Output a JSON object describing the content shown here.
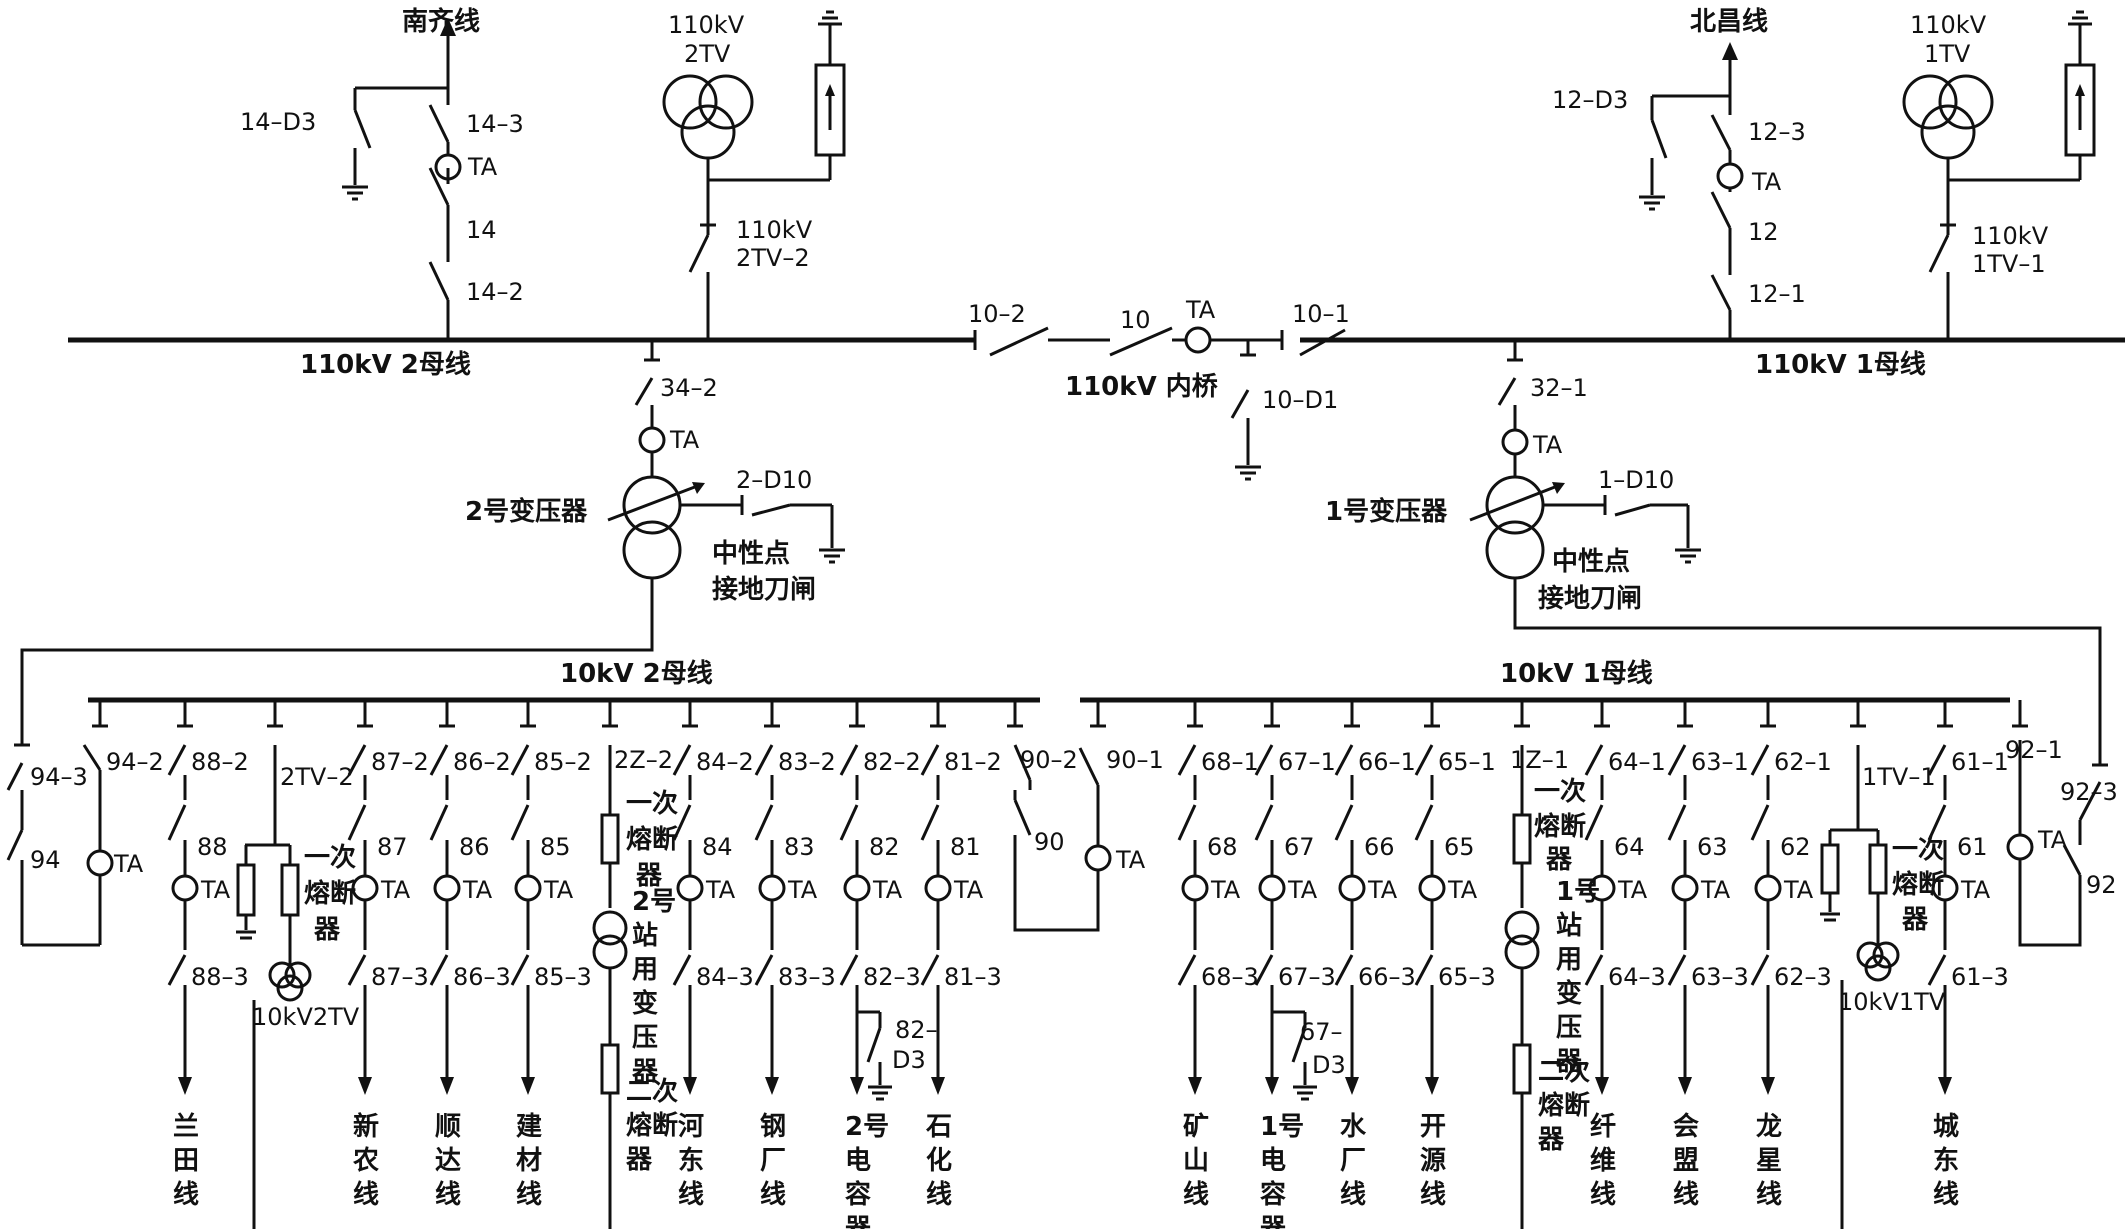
{
  "top": {
    "nanqi": "南齐线",
    "beichang": "北昌线",
    "tv2_volt": "110kV",
    "tv2_name": "2TV",
    "tv1_volt": "110kV",
    "tv1_name": "1TV",
    "sw_14d3": "14–D3",
    "sw_143": "14–3",
    "ta_14": "TA",
    "sw_14": "14",
    "sw_142": "14–2",
    "sw_12d3": "12–D3",
    "sw_123": "12–3",
    "ta_12": "TA",
    "sw_12": "12",
    "sw_121": "12–1",
    "tv2_sw_volt": "110kV",
    "tv2_sw": "2TV–2",
    "tv1_sw_volt": "110kV",
    "tv1_sw": "1TV–1",
    "bus2": "110kV 2母线",
    "bus1": "110kV 1母线",
    "sw_102": "10–2",
    "sw_10": "10",
    "ta_10": "TA",
    "sw_101": "10–1",
    "bridge": "110kV 内桥",
    "sw_10d1": "10–D1",
    "sw_342": "34–2",
    "ta_34": "TA",
    "t2": "2号变压器",
    "sw_2d10": "2–D10",
    "neutral2_a": "中性点",
    "neutral2_b": "接地刀闸",
    "sw_321": "32–1",
    "ta_32": "TA",
    "t1": "1号变压器",
    "sw_1d10": "1–D10",
    "neutral1_a": "中性点",
    "neutral1_b": "接地刀闸",
    "bus10_2": "10kV 2母线",
    "bus10_1": "10kV 1母线"
  },
  "feeders": [
    {
      "top": "88–2",
      "mid": "88",
      "bot": "88–3",
      "name": [
        "兰",
        "田",
        "线"
      ]
    },
    {
      "top": "87–2",
      "mid": "87",
      "bot": "87–3",
      "name": [
        "新",
        "农",
        "线"
      ]
    },
    {
      "top": "86–2",
      "mid": "86",
      "bot": "86–3",
      "name": [
        "顺",
        "达",
        "线"
      ]
    },
    {
      "top": "85–2",
      "mid": "85",
      "bot": "85–3",
      "name": [
        "建",
        "材",
        "线"
      ]
    },
    {
      "top": "84–2",
      "mid": "84",
      "bot": "84–3",
      "name": [
        "河",
        "东",
        "线"
      ]
    },
    {
      "top": "83–2",
      "mid": "83",
      "bot": "83–3",
      "name": [
        "钢",
        "厂",
        "线"
      ]
    },
    {
      "top": "82–2",
      "mid": "82",
      "bot": "82–3",
      "name": [
        "2号",
        "电",
        "容",
        "器"
      ]
    },
    {
      "top": "81–2",
      "mid": "81",
      "bot": "81–3",
      "name": [
        "石",
        "化",
        "线"
      ]
    },
    {
      "top": "68–1",
      "mid": "68",
      "bot": "68–3",
      "name": [
        "矿",
        "山",
        "线"
      ]
    },
    {
      "top": "67–1",
      "mid": "67",
      "bot": "67–3",
      "name": [
        "1号",
        "电",
        "容",
        "器"
      ]
    },
    {
      "top": "66–1",
      "mid": "66",
      "bot": "66–3",
      "name": [
        "水",
        "厂",
        "线"
      ]
    },
    {
      "top": "65–1",
      "mid": "65",
      "bot": "65–3",
      "name": [
        "开",
        "源",
        "线"
      ]
    },
    {
      "top": "64–1",
      "mid": "64",
      "bot": "64–3",
      "name": [
        "纤",
        "维",
        "线"
      ]
    },
    {
      "top": "63–1",
      "mid": "63",
      "bot": "63–3",
      "name": [
        "会",
        "盟",
        "线"
      ]
    },
    {
      "top": "62–1",
      "mid": "62",
      "bot": "62–3",
      "name": [
        "龙",
        "星",
        "线"
      ]
    },
    {
      "top": "61–1",
      "mid": "61",
      "bot": "61–3",
      "name": [
        "城",
        "东",
        "线"
      ]
    }
  ],
  "misc": {
    "ta": "TA",
    "sw_943": "94–3",
    "sw_94": "94",
    "sw_942": "94–2",
    "sw_2tv2": "2TV–2",
    "fuse1_a": "一次",
    "fuse1_b": "熔断",
    "fuse1_c": "器",
    "tv10_2": "10kV2TV",
    "sw_2z2": "2Z–2",
    "st2_fuse_a": "一次",
    "st2_fuse_b": "熔断",
    "st2_fuse_c": "器",
    "st2": [
      "2号",
      "站",
      "用",
      "变",
      "压",
      "器"
    ],
    "st2_fuse2": [
      "二次",
      "熔断",
      "器"
    ],
    "sw_82d3_a": "82–",
    "sw_82d3_b": "D3",
    "sw_67d3_a": "67–",
    "sw_67d3_b": "D3",
    "sw_902": "90–2",
    "sw_901": "90–1",
    "sw_90": "90",
    "sw_1z1": "1Z–1",
    "st1_fuse_a": "一次",
    "st1_fuse_b": "熔断",
    "st1_fuse_c": "器",
    "st1": [
      "1号",
      "站",
      "用",
      "变",
      "压",
      "器"
    ],
    "st1_fuse2": [
      "二次",
      "熔断",
      "器"
    ],
    "sw_1tv1": "1TV–1",
    "fuse2_a": "一次",
    "fuse2_b": "熔断",
    "fuse2_c": "器",
    "tv10_1": "10kV1TV",
    "sw_921": "92–1",
    "sw_923": "92–3",
    "sw_92": "92"
  }
}
